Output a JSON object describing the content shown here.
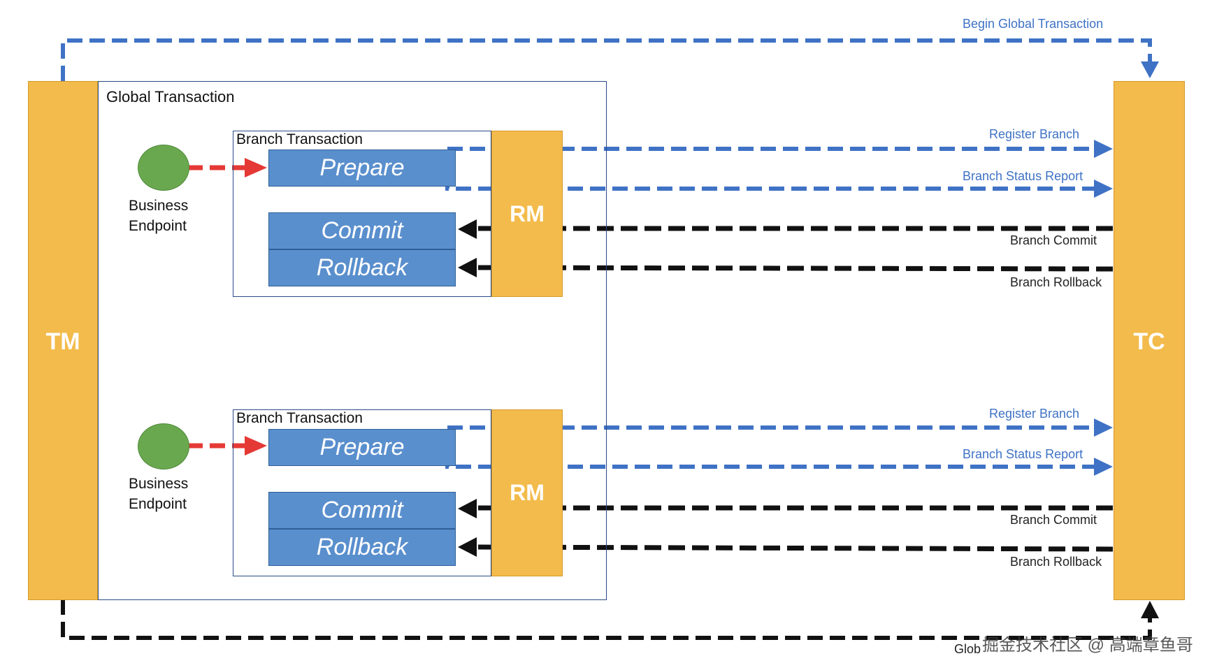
{
  "tm_label": "TM",
  "tc_label": "TC",
  "global_transaction_title": "Global Transaction",
  "begin_global_transaction": "Begin Global Transaction",
  "global_commit_rollback_partial": "Glob",
  "watermark": "掘金技术社区 @ 高端章鱼哥",
  "branches": [
    {
      "title": "Branch Transaction",
      "endpoint_line1": "Business",
      "endpoint_line2": "Endpoint",
      "prepare": "Prepare",
      "commit": "Commit",
      "rollback": "Rollback",
      "rm": "RM",
      "register": "Register Branch",
      "status_report": "Branch Status Report",
      "branch_commit": "Branch Commit",
      "branch_rollback": "Branch Rollback"
    },
    {
      "title": "Branch Transaction",
      "endpoint_line1": "Business",
      "endpoint_line2": "Endpoint",
      "prepare": "Prepare",
      "commit": "Commit",
      "rollback": "Rollback",
      "rm": "RM",
      "register": "Register Branch",
      "status_report": "Branch Status Report",
      "branch_commit": "Branch Commit",
      "branch_rollback": "Branch Rollback"
    }
  ],
  "colors": {
    "orange": "#f3bb4b",
    "blue_box": "#5a8fcd",
    "blue_arrow": "#3f72c5",
    "black_arrow": "#111111",
    "red_arrow": "#e53935",
    "green_dot": "#6aa84f",
    "frame": "#2b4a86"
  }
}
